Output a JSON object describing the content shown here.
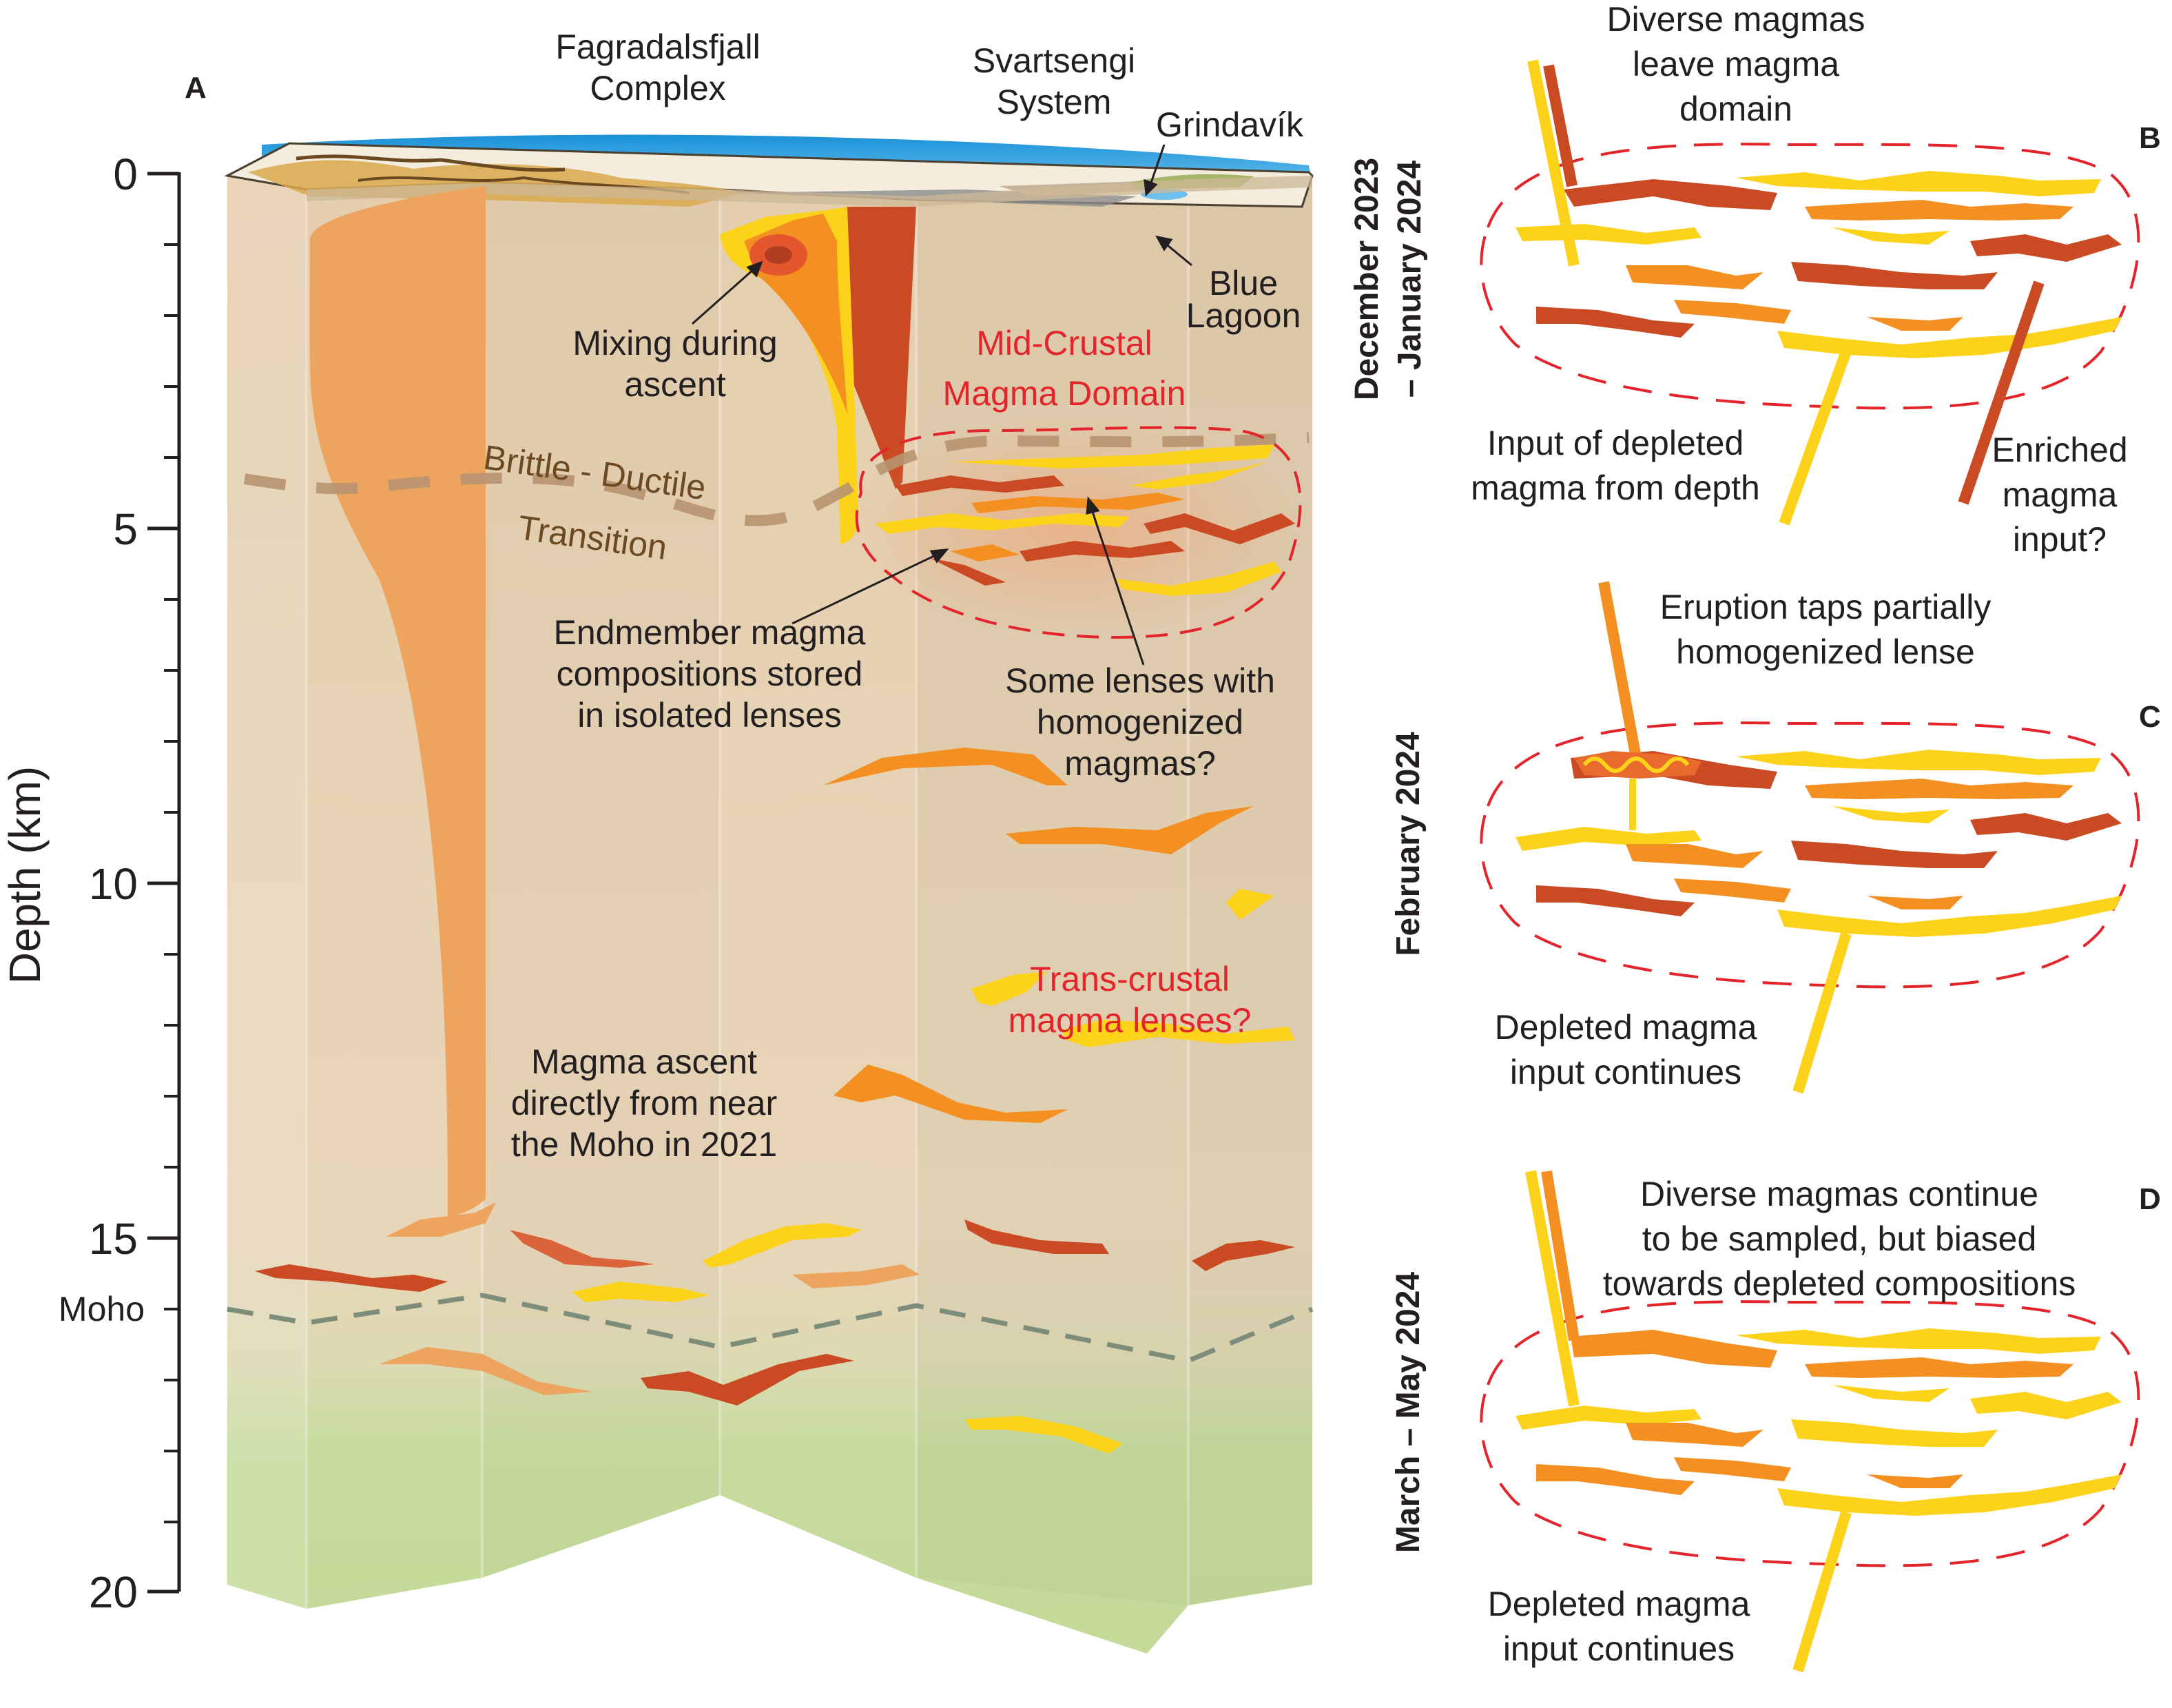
{
  "panel_a": {
    "letter": "A",
    "axis": {
      "title": "Depth (km)",
      "ticks": [
        "0",
        "5",
        "10",
        "15",
        "20"
      ],
      "moho_label": "Moho"
    },
    "places": {
      "fagradalsfjall": [
        "Fagradalsfjall",
        "Complex"
      ],
      "svartsengi": [
        "Svartsengi",
        "System"
      ],
      "grindavik": "Grindavík",
      "blue_lagoon": [
        "Blue",
        "Lagoon"
      ]
    },
    "annotations": {
      "mixing": [
        "Mixing during",
        "ascent"
      ],
      "mid_crustal": [
        "Mid-Crustal",
        "Magma Domain"
      ],
      "brittle": [
        "Brittle - Ductile",
        "Transition"
      ],
      "endmember": [
        "Endmember magma",
        "compositions stored",
        "in isolated lenses"
      ],
      "homogenized": [
        "Some lenses with",
        "homogenized",
        "magmas?"
      ],
      "trans_crustal": [
        "Trans-crustal",
        "magma lenses?"
      ],
      "ascent": [
        "Magma ascent",
        "directly from near",
        "the Moho in 2021"
      ]
    }
  },
  "panel_b": {
    "letter": "B",
    "side_label": [
      "December 2023",
      "– January 2024"
    ],
    "top": [
      "Diverse magmas",
      "leave magma",
      "domain"
    ],
    "input_depleted": [
      "Input of depleted",
      "magma from depth"
    ],
    "enriched": [
      "Enriched",
      "magma",
      "input?"
    ]
  },
  "panel_c": {
    "letter": "C",
    "side_label": "February 2024",
    "top": [
      "Eruption taps partially",
      "homogenized lense"
    ],
    "bottom": [
      "Depleted magma",
      "input continues"
    ]
  },
  "panel_d": {
    "letter": "D",
    "side_label": "March – May 2024",
    "top": [
      "Diverse magmas continue",
      "to be sampled, but biased",
      "towards depleted compositions"
    ],
    "bottom": [
      "Depleted magma",
      "input continues"
    ]
  },
  "colors": {
    "crust": "#e7d3b5",
    "mantle": "#c5dc9c",
    "plume": "#eda45f",
    "yellow": "#fdd21a",
    "orange": "#f39021",
    "darkred": "#c94a23",
    "outline_red": "#e3242b",
    "ocean": "#1a92d8"
  }
}
